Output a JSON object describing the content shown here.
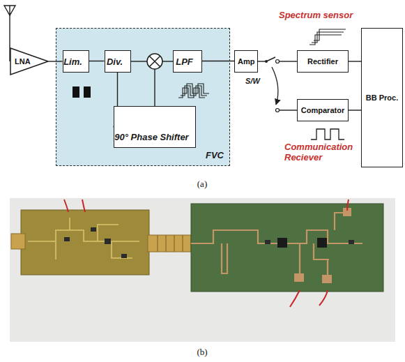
{
  "diagram": {
    "nodes": [
      {
        "text": [
          "LNA"
        ]
      },
      {
        "text": [
          "FVC"
        ]
      },
      {
        "text": [
          "Lim."
        ],
        "in": 1
      },
      {
        "text": [
          "Div."
        ],
        "in": 1
      },
      {
        "text": [
          "LPF"
        ],
        "in": 1
      },
      {
        "text": [
          "90° Phase Shifter"
        ],
        "in": 1
      },
      {
        "text": [
          "Amp"
        ]
      },
      {
        "text": [
          "Rectifier"
        ]
      },
      {
        "text": [
          "Comparator"
        ]
      },
      {
        "text": [
          "BB Proc."
        ]
      }
    ],
    "edges": [
      {
        "from": 0,
        "to": 2,
        "arrow": "none"
      },
      {
        "from": 2,
        "to": 3,
        "arrow": "none"
      },
      {
        "from": 3,
        "to": 5,
        "arrow": "none"
      },
      {
        "from": 4,
        "to": 6,
        "arrow": "none"
      },
      {
        "from": 7,
        "to": 9,
        "arrow": "none"
      },
      {
        "from": 8,
        "to": 9,
        "arrow": "none"
      }
    ],
    "labels": [
      "Spectrum sensor",
      "S/W",
      "Communication Reciever",
      "(a)",
      "(b)"
    ]
  }
}
